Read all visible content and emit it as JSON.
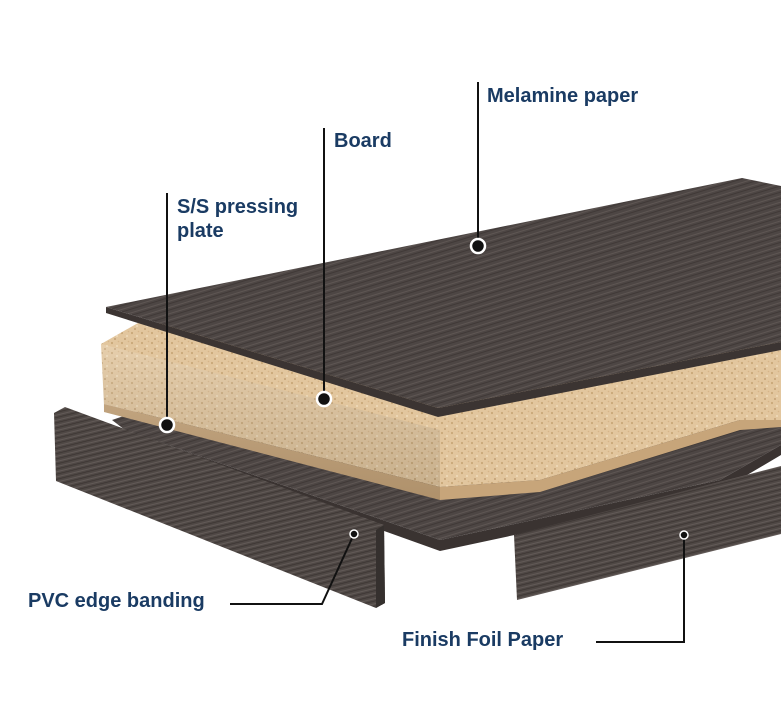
{
  "labels": {
    "melamine_paper": "Melamine paper",
    "board": "Board",
    "pressing_plate_line1": "S/S pressing",
    "pressing_plate_line2": "plate",
    "pvc_edge_banding": "PVC edge banding",
    "finish_foil_paper": "Finish Foil Paper"
  },
  "colors": {
    "label_text": "#1a3b63",
    "leader_line": "#111111",
    "wood_dark": "#4a4341",
    "particle_board": "#e0c39a"
  }
}
